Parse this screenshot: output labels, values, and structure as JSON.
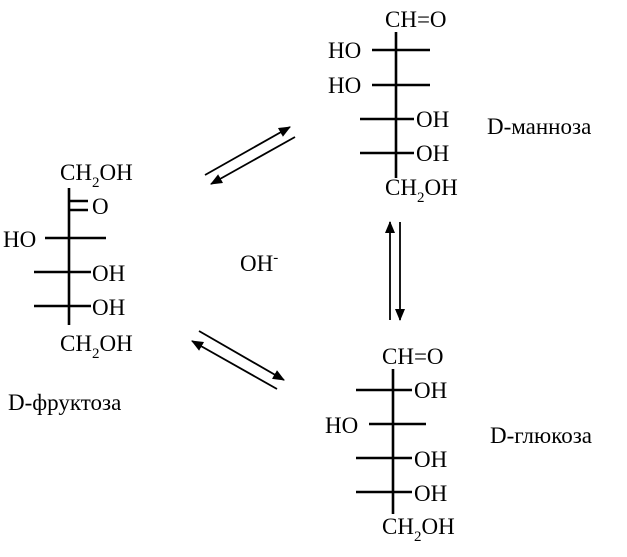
{
  "mannose": {
    "name": "D-манноза",
    "top": "CH=O",
    "rows": [
      "HO",
      "HO",
      "OH",
      "OH"
    ],
    "bottom_ch": "CH",
    "bottom_sub": "2",
    "bottom_oh": "OH"
  },
  "fructose": {
    "name": "D-фруктоза",
    "top_ch": "CH",
    "top_sub": "2",
    "top_oh": "OH",
    "keto": "O",
    "rows": [
      "HO",
      "OH",
      "OH"
    ],
    "bottom_ch": "CH",
    "bottom_sub": "2",
    "bottom_oh": "OH"
  },
  "glucose": {
    "name": "D-глюкоза",
    "top": "CH=O",
    "rows": [
      "OH",
      "HO",
      "OH",
      "OH"
    ],
    "bottom_ch": "CH",
    "bottom_sub": "2",
    "bottom_oh": "OH"
  },
  "catalyst": {
    "base": "OH",
    "charge": "-"
  }
}
